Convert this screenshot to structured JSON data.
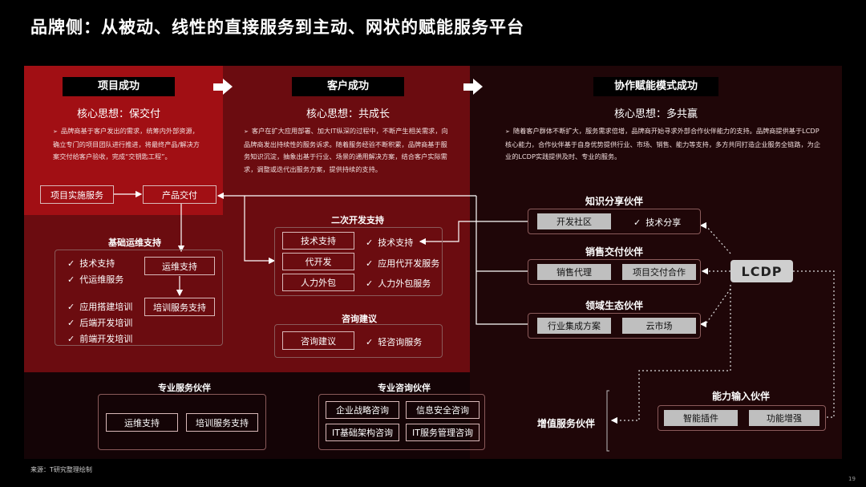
{
  "title": "品牌侧：从被动、线性的直接服务到主动、网状的赋能服务平台",
  "stages": [
    {
      "header": "项目成功",
      "core": "核心思想：保交付",
      "desc": "品牌商基于客户发出的需求，统筹内外部资源，确立专门的项目团队进行推进，将最终产品/解决方案交付给客户验收，完成“交钥匙工程”。"
    },
    {
      "header": "客户成功",
      "core": "核心思想：共成长",
      "desc": "客户在扩大应用部署、加大IT纵深的过程中，不断产生相关需求，向品牌商发出持续性的服务诉求。随着服务经验不断积累，品牌商基于服务知识沉淀，抽象出基于行业、场景的通用解决方案，结合客户实际需求，调整或迭代出服务方案，提供持续的支持。"
    },
    {
      "header": "协作赋能模式成功",
      "core": "核心思想：多共赢",
      "desc": "随着客户群体不断扩大，服务需求倍增，品牌商开始寻求外部合作伙伴能力的支持。品牌商提供基于LCDP核心能力，合作伙伴基于自身优势提供行业、市场、销售、能力等支持，多方共同打造企业服务全链路，为企业的LCDP实践提供及时、专业的服务。"
    }
  ],
  "project": {
    "impl": "项目实施服务",
    "delivery": "产品交付"
  },
  "basic_ops": {
    "label": "基础运维支持",
    "checks": [
      "技术支持",
      "代运维服务",
      "应用搭建培训",
      "后端开发培训",
      "前端开发培训"
    ],
    "boxes": [
      "运维支持",
      "培训服务支持"
    ]
  },
  "secondary_dev": {
    "label": "二次开发支持",
    "boxes": [
      "技术支持",
      "代开发",
      "人力外包"
    ],
    "checks": [
      "技术支持",
      "应用代开发服务",
      "人力外包服务"
    ]
  },
  "consulting": {
    "label": "咨询建议",
    "box": "咨询建议",
    "check": "轻咨询服务"
  },
  "pro_service": {
    "label": "专业服务伙伴",
    "boxes": [
      "运维支持",
      "培训服务支持"
    ]
  },
  "pro_consult": {
    "label": "专业咨询伙伴",
    "boxes": [
      "企业战略咨询",
      "信息安全咨询",
      "IT基础架构咨询",
      "IT服务管理咨询"
    ]
  },
  "knowledge": {
    "label": "知识分享伙伴",
    "box": "开发社区",
    "check": "技术分享"
  },
  "sales": {
    "label": "销售交付伙伴",
    "boxes": [
      "销售代理",
      "项目交付合作"
    ]
  },
  "ecosystem": {
    "label": "领域生态伙伴",
    "boxes": [
      "行业集成方案",
      "云市场"
    ]
  },
  "value_added": {
    "label": "增值服务伙伴"
  },
  "capability": {
    "label": "能力输入伙伴",
    "boxes": [
      "智能插件",
      "功能增强"
    ]
  },
  "lcdp": "LCDP",
  "source": "来源：T研究整理绘制",
  "page": "19"
}
